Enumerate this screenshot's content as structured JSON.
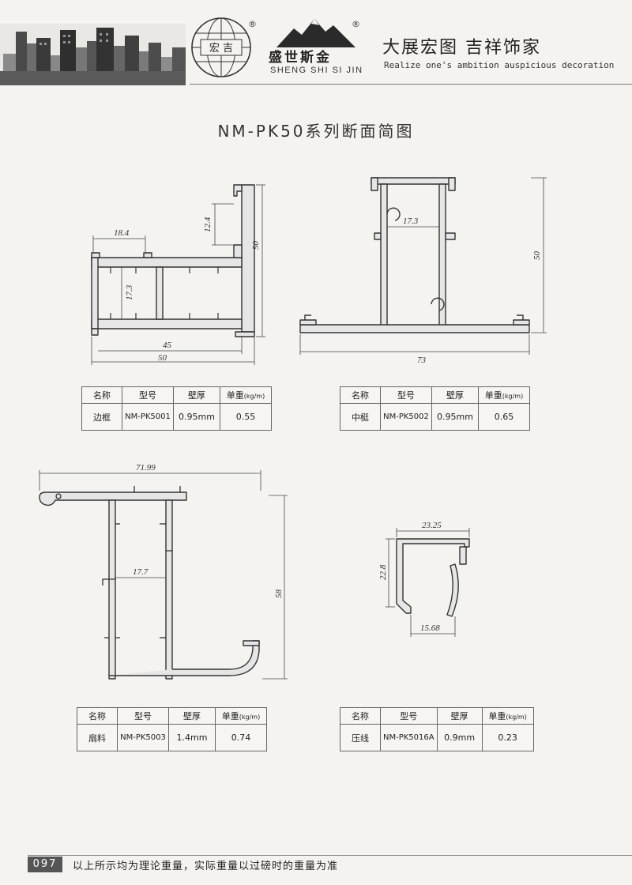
{
  "header": {
    "globe_text": "宏 吉",
    "brand_cn": "盛世斯金",
    "brand_pinyin": "SHENG SHI SI JIN",
    "slogan_cn": "大展宏图  吉祥饰家",
    "slogan_en": "Realize one's ambition auspicious decoration",
    "registered": "®"
  },
  "page_title": "NM-PK50系列断面简图",
  "table_headers": {
    "name": "名称",
    "model": "型号",
    "thickness": "壁厚",
    "weight": "单重",
    "weight_unit": "(kg/m)"
  },
  "profiles": [
    {
      "name": "边框",
      "model": "NM-PK5001",
      "thickness": "0.95mm",
      "weight": "0.55",
      "dims": [
        "18.4",
        "12.4",
        "50",
        "17.3",
        "45",
        "50"
      ]
    },
    {
      "name": "中梃",
      "model": "NM-PK5002",
      "thickness": "0.95mm",
      "weight": "0.65",
      "dims": [
        "17.3",
        "50",
        "73"
      ]
    },
    {
      "name": "扇料",
      "model": "NM-PK5003",
      "thickness": "1.4mm",
      "weight": "0.74",
      "dims": [
        "71.99",
        "17.7",
        "58"
      ]
    },
    {
      "name": "压线",
      "model": "NM-PK5016A",
      "thickness": "0.9mm",
      "weight": "0.23",
      "dims": [
        "23.25",
        "22.8",
        "15.68"
      ]
    }
  ],
  "footer": {
    "page_number": "097",
    "note": "以上所示均为理论重量，实际重量以过磅时的重量为准"
  }
}
